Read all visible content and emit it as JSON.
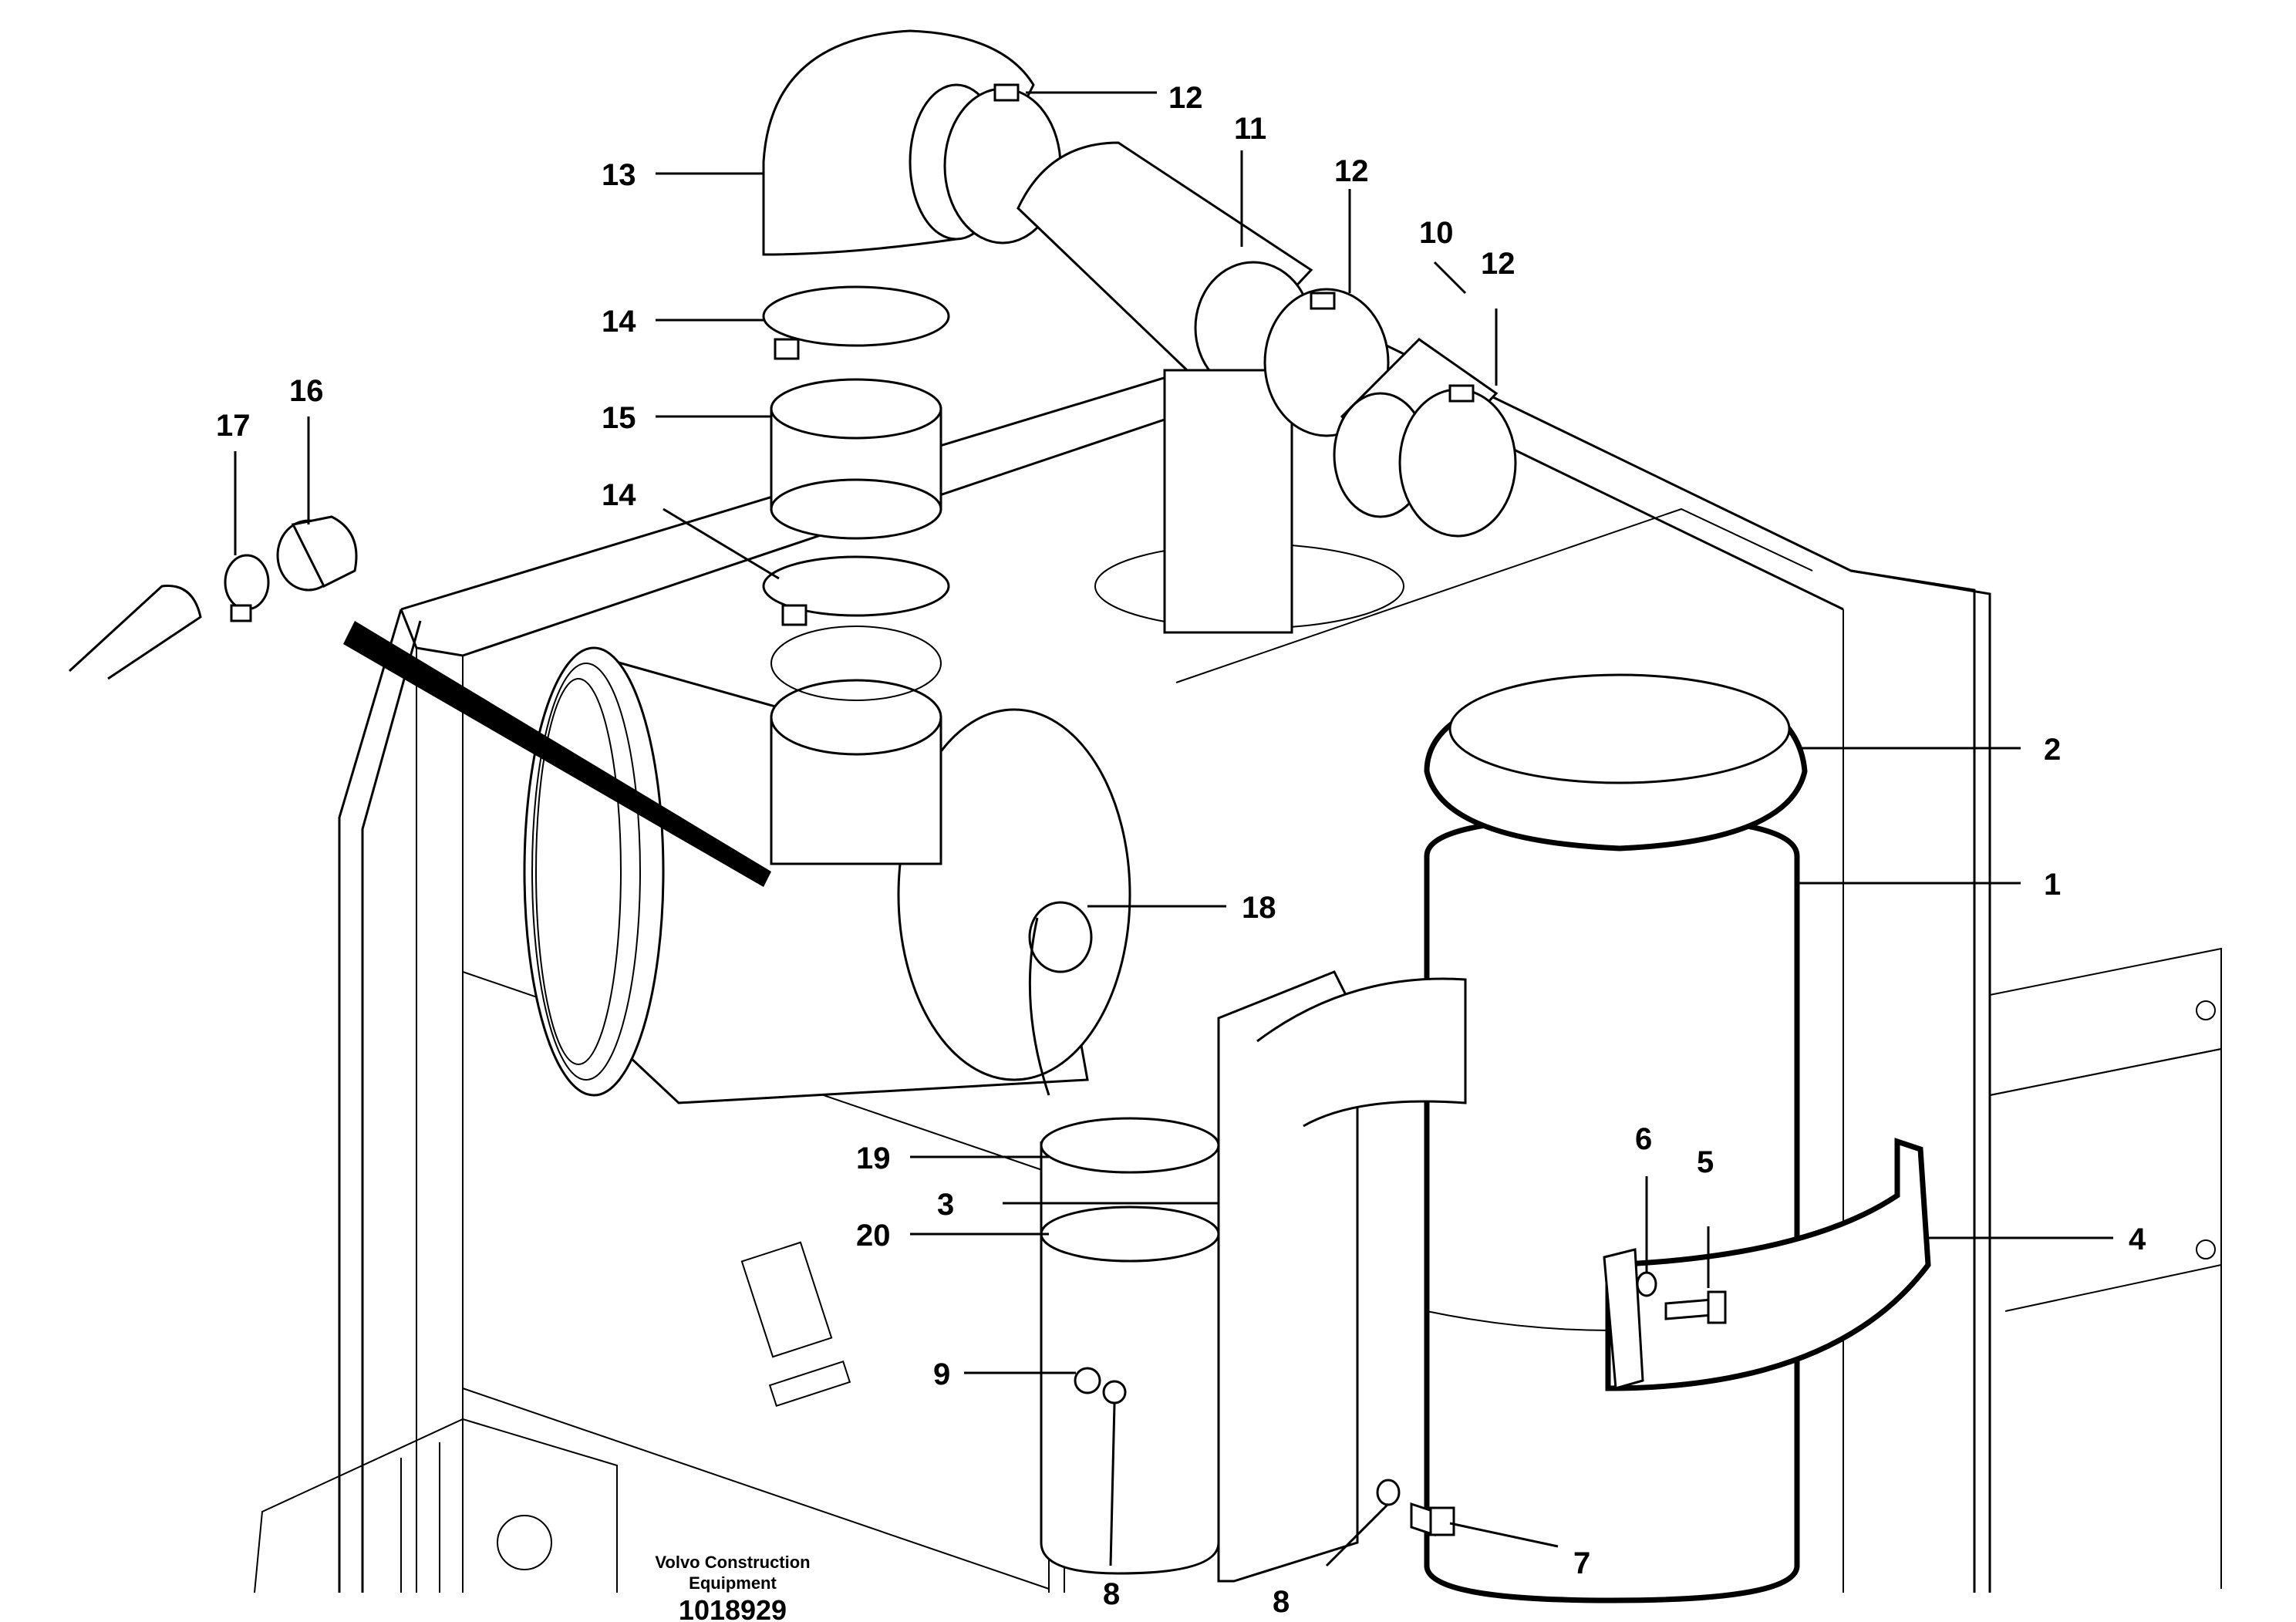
{
  "callouts": {
    "c1": "1",
    "c2": "2",
    "c3": "3",
    "c4": "4",
    "c5": "5",
    "c6": "6",
    "c7": "7",
    "c8a": "8",
    "c8b": "8",
    "c9": "9",
    "c10": "10",
    "c11": "11",
    "c12a": "12",
    "c12b": "12",
    "c12c": "12",
    "c13": "13",
    "c14a": "14",
    "c14b": "14",
    "c15": "15",
    "c16": "16",
    "c17": "17",
    "c18": "18",
    "c19": "19",
    "c20": "20"
  },
  "caption": {
    "maker_line1": "Volvo Construction",
    "maker_line2": "Equipment",
    "drawing_number": "1018929"
  }
}
